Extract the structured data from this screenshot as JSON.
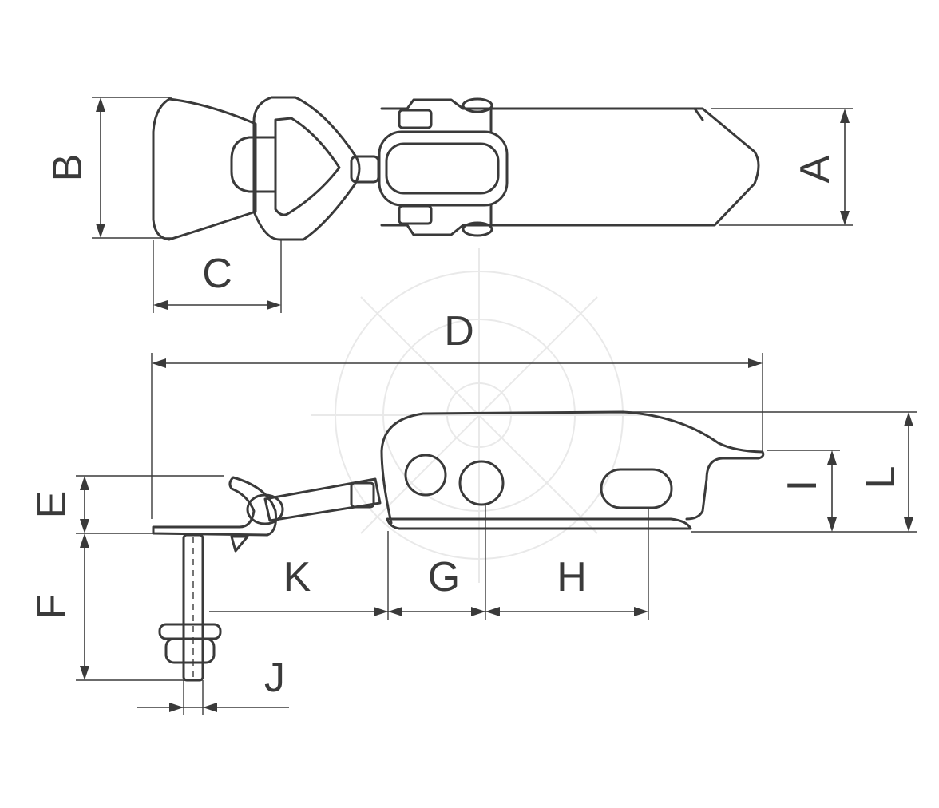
{
  "labels": {
    "a": "A",
    "b": "B",
    "c": "C",
    "d": "D",
    "e": "E",
    "f": "F",
    "g": "G",
    "h": "H",
    "i": "I",
    "j": "J",
    "k": "K",
    "l": "L"
  },
  "colors": {
    "line": "#3a3a3a",
    "background": "#ffffff",
    "watermark": "#e9e9e9"
  }
}
